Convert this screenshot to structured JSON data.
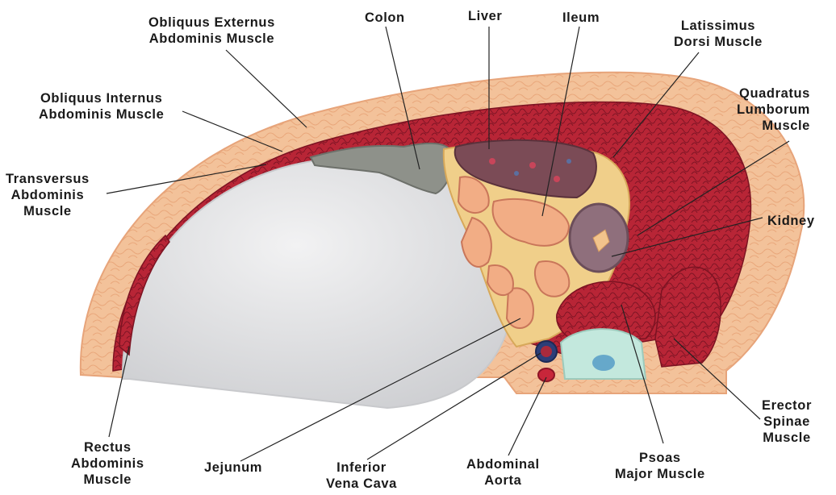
{
  "labels": {
    "obliquus_externus": "Obliquus Externus\nAbdominis Muscle",
    "colon": "Colon",
    "liver": "Liver",
    "ileum": "Ileum",
    "latissimus": "Latissimus\nDorsi Muscle",
    "obliquus_internus": "Obliquus Internus\nAbdominis Muscle",
    "quadratus": "Quadratus\nLumborum\nMuscle",
    "transversus": "Transversus\nAbdominis\nMuscle",
    "kidney": "Kidney",
    "erector": "Erector\nSpinae\nMuscle",
    "rectus": "Rectus\nAbdominis\nMuscle",
    "jejunum": "Jejunum",
    "ivc": "Inferior\nVena Cava",
    "aorta": "Abdominal\nAorta",
    "psoas": "Psoas\nMajor Muscle"
  },
  "colors": {
    "skin": "#f4b98c",
    "fat": "#f2c79e",
    "muscle": "#b8283a",
    "muscle_dark": "#8e1b2b",
    "base": "#e6e6e8",
    "colon": "#8c8f88",
    "liver": "#7a4a55",
    "intestine": "#f1b08a",
    "mesentery": "#f0cf8a",
    "kidney": "#8b6b78",
    "vertebra": "#bfe6dc"
  }
}
